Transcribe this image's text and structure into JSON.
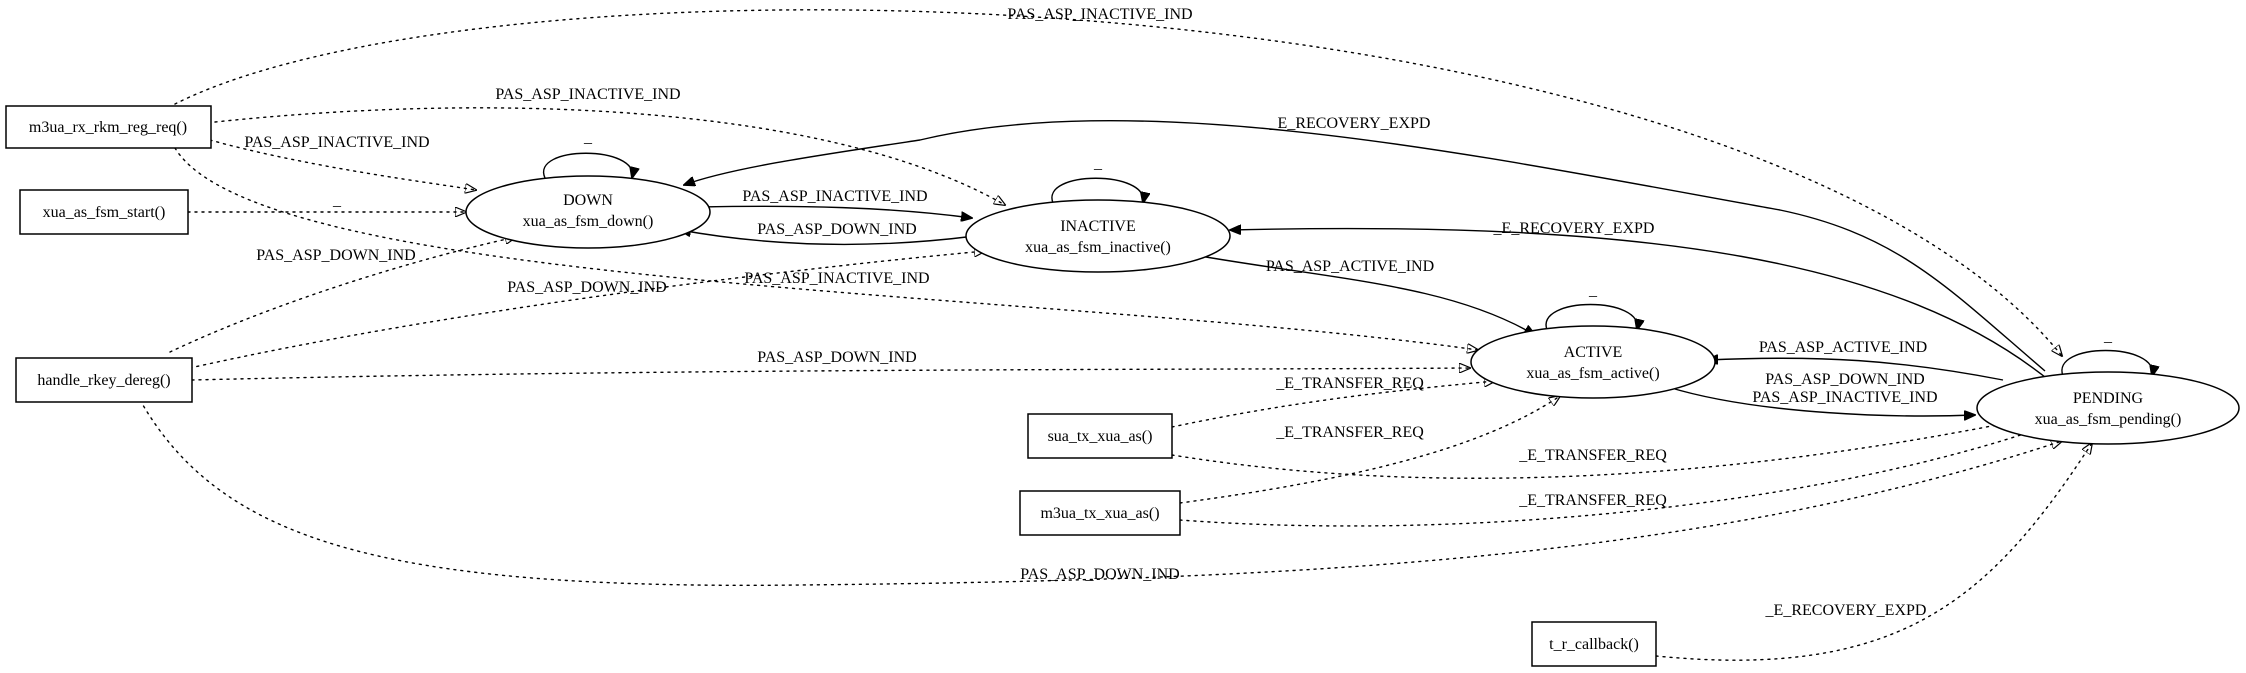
{
  "states": [
    {
      "id": "down",
      "name": "DOWN",
      "func": "xua_as_fsm_down()"
    },
    {
      "id": "inactive",
      "name": "INACTIVE",
      "func": "xua_as_fsm_inactive()"
    },
    {
      "id": "active",
      "name": "ACTIVE",
      "func": "xua_as_fsm_active()"
    },
    {
      "id": "pending",
      "name": "PENDING",
      "func": "xua_as_fsm_pending()"
    }
  ],
  "sources": [
    {
      "id": "rkm",
      "label": "m3ua_rx_rkm_reg_req()"
    },
    {
      "id": "start",
      "label": "xua_as_fsm_start()"
    },
    {
      "id": "dereg",
      "label": "handle_rkey_dereg()"
    },
    {
      "id": "sua",
      "label": "sua_tx_xua_as()"
    },
    {
      "id": "m3ua",
      "label": "m3ua_tx_xua_as()"
    },
    {
      "id": "timer",
      "label": "t_r_callback()"
    }
  ],
  "edges": [
    {
      "id": "rkm-pending",
      "label": "PAS_ASP_INACTIVE_IND",
      "style": "dotted"
    },
    {
      "id": "rkm-inactive",
      "label": "PAS_ASP_INACTIVE_IND",
      "style": "dotted"
    },
    {
      "id": "rkm-down",
      "label": "PAS_ASP_INACTIVE_IND",
      "style": "dotted"
    },
    {
      "id": "rkm-active",
      "label": "PAS_ASP_DOWN_IND",
      "style": "dotted"
    },
    {
      "id": "start-down",
      "label": "_",
      "style": "dotted"
    },
    {
      "id": "down-self",
      "label": "_",
      "style": "solid"
    },
    {
      "id": "inactive-self",
      "label": "_",
      "style": "solid"
    },
    {
      "id": "active-self",
      "label": "_",
      "style": "solid"
    },
    {
      "id": "pending-self",
      "label": "_",
      "style": "solid"
    },
    {
      "id": "down-inactive",
      "label": "PAS_ASP_INACTIVE_IND",
      "style": "solid"
    },
    {
      "id": "inactive-down",
      "label": "PAS_ASP_DOWN_IND",
      "style": "solid"
    },
    {
      "id": "pending-down",
      "label": "_E_RECOVERY_EXPD",
      "style": "solid"
    },
    {
      "id": "pending-inactive",
      "label": "_E_RECOVERY_EXPD",
      "style": "solid"
    },
    {
      "id": "inactive-active",
      "label": "PAS_ASP_ACTIVE_IND",
      "style": "solid"
    },
    {
      "id": "pending-active",
      "label": "PAS_ASP_ACTIVE_IND",
      "style": "solid"
    },
    {
      "id": "active-pending",
      "label": "PAS_ASP_DOWN_IND",
      "label2": "PAS_ASP_INACTIVE_IND",
      "style": "solid"
    },
    {
      "id": "dereg-down",
      "label": "PAS_ASP_DOWN_IND",
      "style": "dotted"
    },
    {
      "id": "dereg-inactive",
      "label": "PAS_ASP_INACTIVE_IND",
      "style": "dotted"
    },
    {
      "id": "dereg-active",
      "label": "PAS_ASP_DOWN_IND",
      "style": "dotted"
    },
    {
      "id": "dereg-pending",
      "label": "PAS_ASP_DOWN_IND",
      "style": "dotted"
    },
    {
      "id": "sua-active",
      "label": "_E_TRANSFER_REQ",
      "style": "dotted"
    },
    {
      "id": "sua-pending",
      "label": "_E_TRANSFER_REQ",
      "style": "dotted"
    },
    {
      "id": "m3ua-active",
      "label": "_E_TRANSFER_REQ",
      "style": "dotted"
    },
    {
      "id": "m3ua-pending",
      "label": "_E_TRANSFER_REQ",
      "style": "dotted"
    },
    {
      "id": "timer-pending",
      "label": "_E_RECOVERY_EXPD",
      "style": "dotted"
    }
  ]
}
